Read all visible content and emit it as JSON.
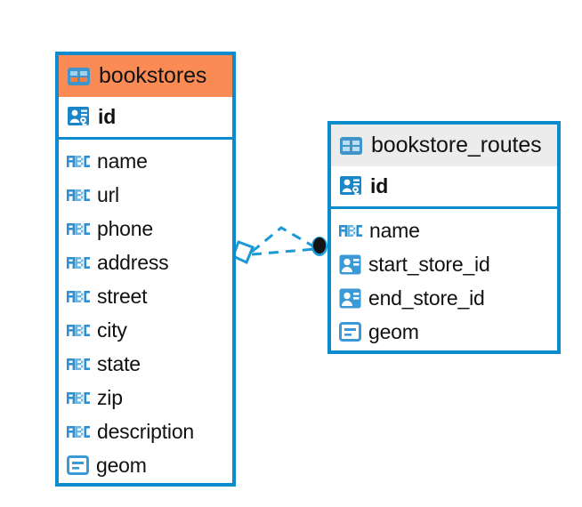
{
  "diagram": {
    "type": "entity-relationship-diagram",
    "background_color": "#ffffff",
    "accent_color": "#0c8ccd",
    "highlight_color": "#fb8b55",
    "neutral_header_color": "#ececec"
  },
  "entities": [
    {
      "name": "bookstores",
      "header_style": "accent-orange",
      "table_icon": "table-icon",
      "primary_key": {
        "label": "id",
        "icon": "primary-key-icon"
      },
      "fields": [
        {
          "label": "name",
          "icon": "abc-text-icon"
        },
        {
          "label": "url",
          "icon": "abc-text-icon"
        },
        {
          "label": "phone",
          "icon": "abc-text-icon"
        },
        {
          "label": "address",
          "icon": "abc-text-icon"
        },
        {
          "label": "street",
          "icon": "abc-text-icon"
        },
        {
          "label": "city",
          "icon": "abc-text-icon"
        },
        {
          "label": "state",
          "icon": "abc-text-icon"
        },
        {
          "label": "zip",
          "icon": "abc-text-icon"
        },
        {
          "label": "description",
          "icon": "abc-text-icon"
        },
        {
          "label": "geom",
          "icon": "geometry-icon"
        }
      ]
    },
    {
      "name": "bookstore_routes",
      "header_style": "accent-grey",
      "table_icon": "table-icon",
      "primary_key": {
        "label": "id",
        "icon": "primary-key-icon"
      },
      "fields": [
        {
          "label": "name",
          "icon": "abc-text-icon"
        },
        {
          "label": "start_store_id",
          "icon": "foreign-key-icon"
        },
        {
          "label": "end_store_id",
          "icon": "foreign-key-icon"
        },
        {
          "label": "geom",
          "icon": "geometry-icon"
        }
      ]
    }
  ],
  "relationship": {
    "style": "dashed",
    "color": "#1b9ad6",
    "source_endpoint": "diamond-marker",
    "target_endpoint": "filled-circle-marker",
    "link_count": 2
  }
}
